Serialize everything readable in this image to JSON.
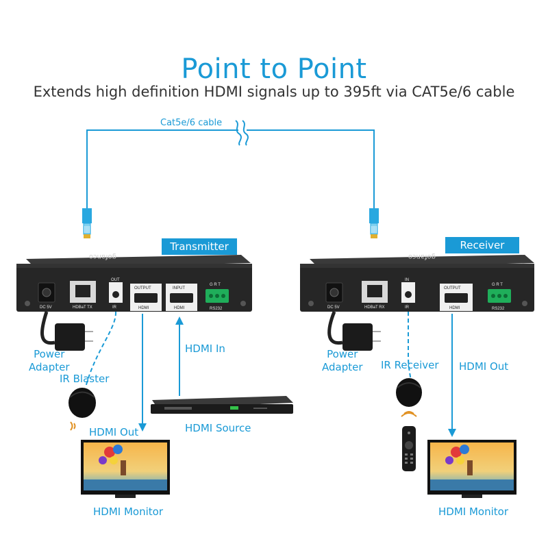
{
  "title": "Point to Point",
  "subtitle": "Extends high definition HDMI signals up to 395ft via CAT5e/6 cable",
  "cable_label": "Cat5e/6 cable",
  "transmitter": {
    "tag": "Transmitter",
    "brand": "gofanco",
    "ports": {
      "dc": "DC 5V",
      "hdbt": "HDBaT TX",
      "ir_top": "OUT",
      "ir_bottom": "IR",
      "output_top": "OUTPUT",
      "output_bottom": "HDMI",
      "input_top": "INPUT",
      "input_bottom": "HDMI",
      "rs_top": "G R T",
      "rs_bottom": "RS232"
    }
  },
  "receiver": {
    "tag": "Receiver",
    "brand": "gofanco",
    "ports": {
      "dc": "DC 5V",
      "hdbt": "HDBaT RX",
      "ir_top": "IN",
      "ir_bottom": "IR",
      "output_top": "OUTPUT",
      "output_bottom": "HDMI",
      "rs_top": "G R T",
      "rs_bottom": "RS232"
    }
  },
  "labels": {
    "power_adapter_left": "Power\nAdapter",
    "ir_blaster": "IR Blaster",
    "hdmi_in": "HDMI In",
    "hdmi_out_left": "HDMI Out",
    "hdmi_source": "HDMI Source",
    "hdmi_monitor_left": "HDMI Monitor",
    "power_adapter_right": "Power\nAdapter",
    "ir_receiver": "IR Receiver",
    "hdmi_out_right": "HDMI Out",
    "hdmi_monitor_right": "HDMI Monitor"
  },
  "colors": {
    "accent": "#1a9ad6",
    "device": "#2b2b2b",
    "text": "#333333"
  }
}
